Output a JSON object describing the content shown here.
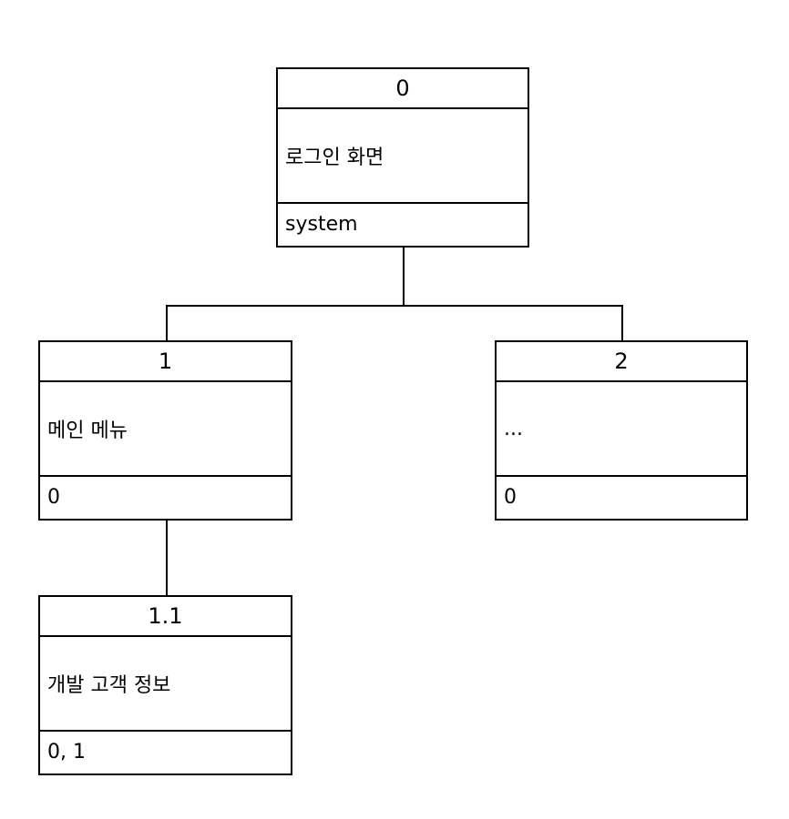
{
  "nodes": {
    "root": {
      "number": "0",
      "title": "로그인 화면",
      "footer": "system"
    },
    "n1": {
      "number": "1",
      "title": "메인 메뉴",
      "footer": "0"
    },
    "n2": {
      "number": "2",
      "title": "...",
      "footer": "0"
    },
    "n1_1": {
      "number": "1.1",
      "title": "개발 고객 정보",
      "footer": "0, 1"
    }
  },
  "edges": [
    {
      "from": "0",
      "to": "1"
    },
    {
      "from": "0",
      "to": "2"
    },
    {
      "from": "1",
      "to": "1.1"
    }
  ]
}
